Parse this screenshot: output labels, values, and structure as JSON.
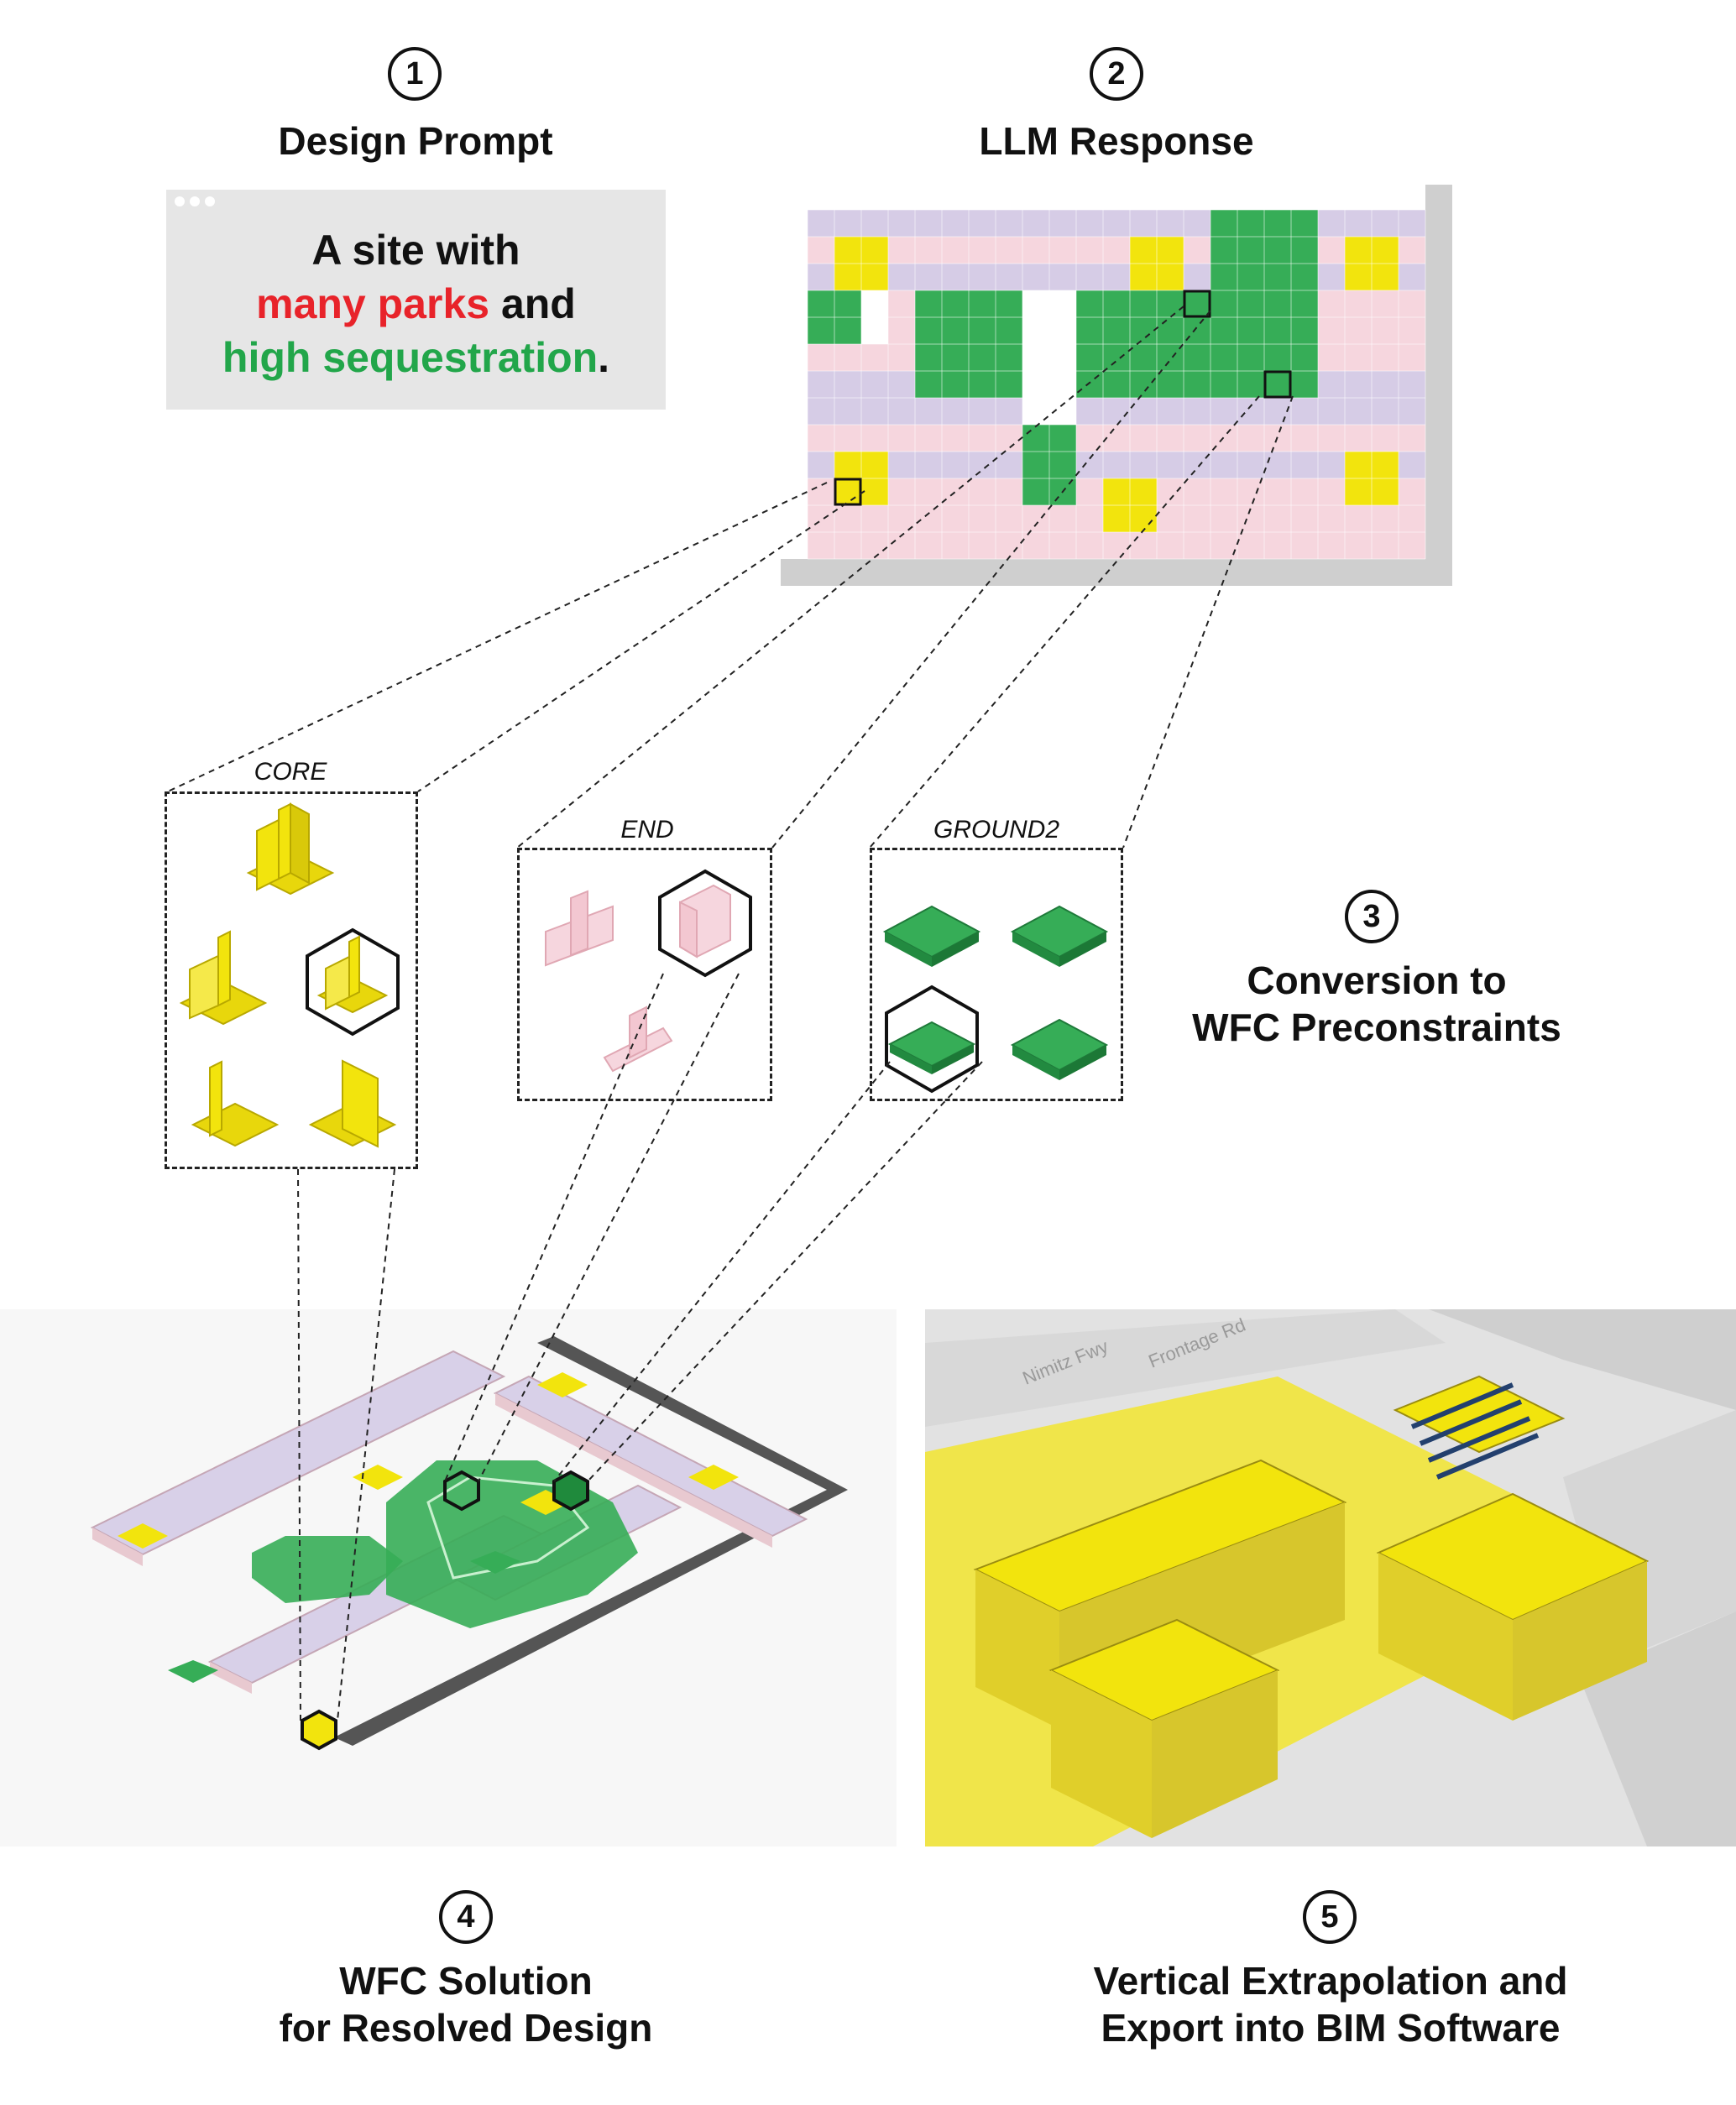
{
  "steps": [
    {
      "num": "1",
      "title": "Design Prompt"
    },
    {
      "num": "2",
      "title": "LLM Response"
    },
    {
      "num": "3",
      "title_line1": "Conversion to",
      "title_line2": "WFC Preconstraints"
    },
    {
      "num": "4",
      "title_line1": "WFC Solution",
      "title_line2": "for Resolved Design"
    },
    {
      "num": "5",
      "title_line1": "Vertical Extrapolation and",
      "title_line2": "Export into BIM Software"
    }
  ],
  "prompt": {
    "line1": "A site with",
    "red": "many parks",
    "and": " and",
    "green": "high sequestration",
    "period": "."
  },
  "modules": {
    "core": "CORE",
    "end": "END",
    "ground": "GROUND2"
  },
  "map_labels": {
    "road1": "Nimitz Fwy",
    "road2": "Frontage Rd"
  },
  "colors": {
    "purple": "#d6cce6",
    "pink": "#f6d6de",
    "green": "#36ad57",
    "yellow": "#f2e40d",
    "gray": "#cfcfcf"
  }
}
